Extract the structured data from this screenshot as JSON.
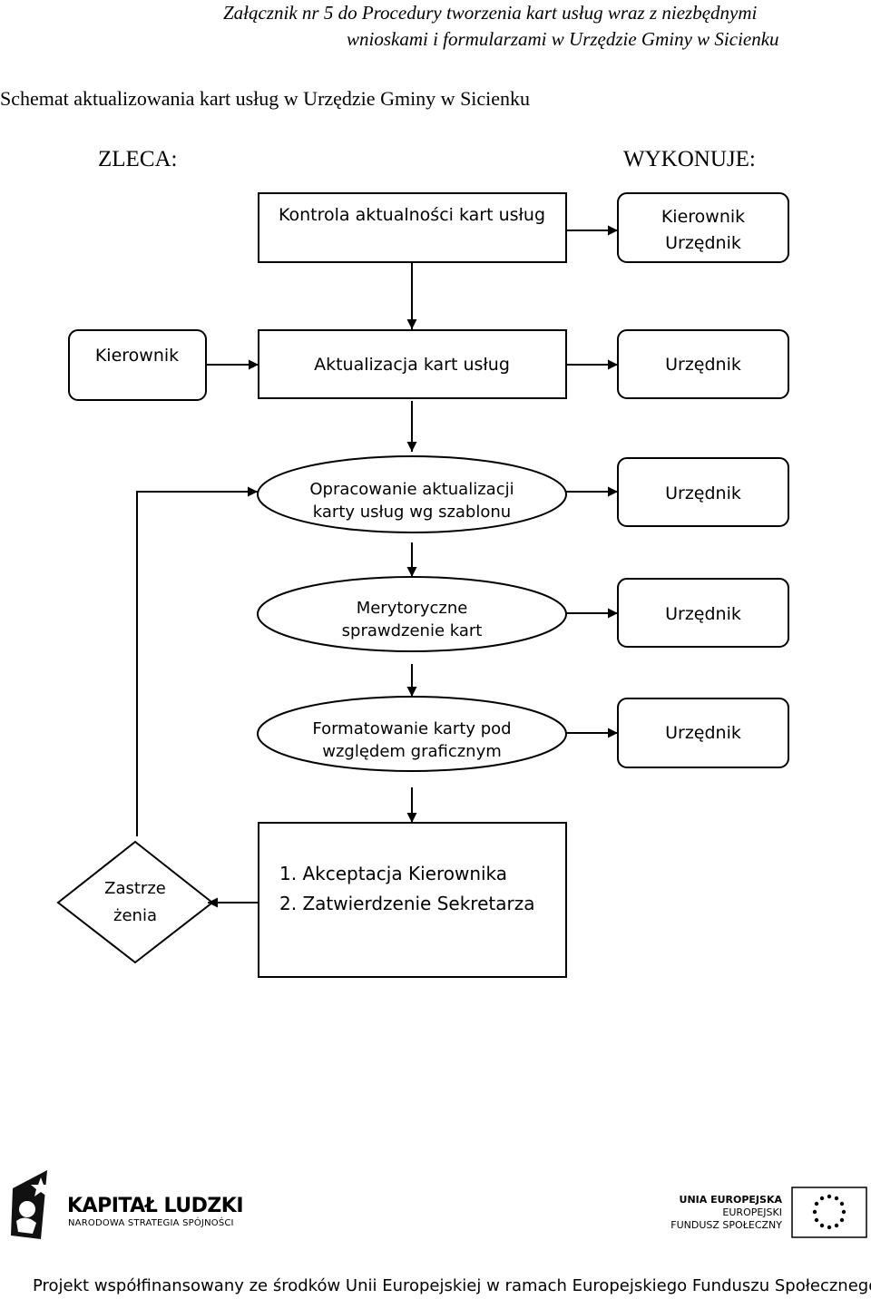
{
  "header": {
    "annex_line1": "Załącznik nr 5 do Procedury tworzenia kart usług wraz z niezbędnymi",
    "annex_line2": "wnioskami i formularzami w Urzędzie Gminy w Sicienku",
    "title": "Schemat aktualizowania kart usług w Urzędzie Gminy w Sicienku"
  },
  "columns": {
    "left": "ZLECA:",
    "right": "WYKONUJE:"
  },
  "steps": [
    {
      "label": "Kontrola aktualności kart usług",
      "executor": [
        "Kierownik",
        "Urzędnik"
      ]
    },
    {
      "label": "Aktualizacja kart usług",
      "orderer": "Kierownik",
      "executor": [
        "Urzędnik"
      ]
    },
    {
      "label": [
        "Opracowanie aktualizacji",
        "karty usług wg szablonu"
      ],
      "executor": [
        "Urzędnik"
      ]
    },
    {
      "label": [
        "Merytoryczne",
        "sprawdzenie kart"
      ],
      "executor": [
        "Urzędnik"
      ]
    },
    {
      "label": [
        "Formatowanie karty pod",
        "względem graficznym"
      ],
      "executor": [
        "Urzędnik"
      ]
    }
  ],
  "approval": {
    "items": [
      "1. Akceptacja Kierownika",
      "2. Zatwierdzenie Sekretarza"
    ]
  },
  "decision": {
    "label_lines": [
      "Zastrze",
      "żenia"
    ]
  },
  "logos": {
    "kl_title": "KAPITAŁ LUDZKI",
    "kl_subtitle": "NARODOWA STRATEGIA SPÓJNOŚCI",
    "eu_line1": "UNIA EUROPEJSKA",
    "eu_line2": "EUROPEJSKI",
    "eu_line3": "FUNDUSZ SPOŁECZNY"
  },
  "footer": {
    "text": "Projekt współfinansowany ze środków Unii Europejskiej w ramach Europejskiego Funduszu Społecznego"
  }
}
